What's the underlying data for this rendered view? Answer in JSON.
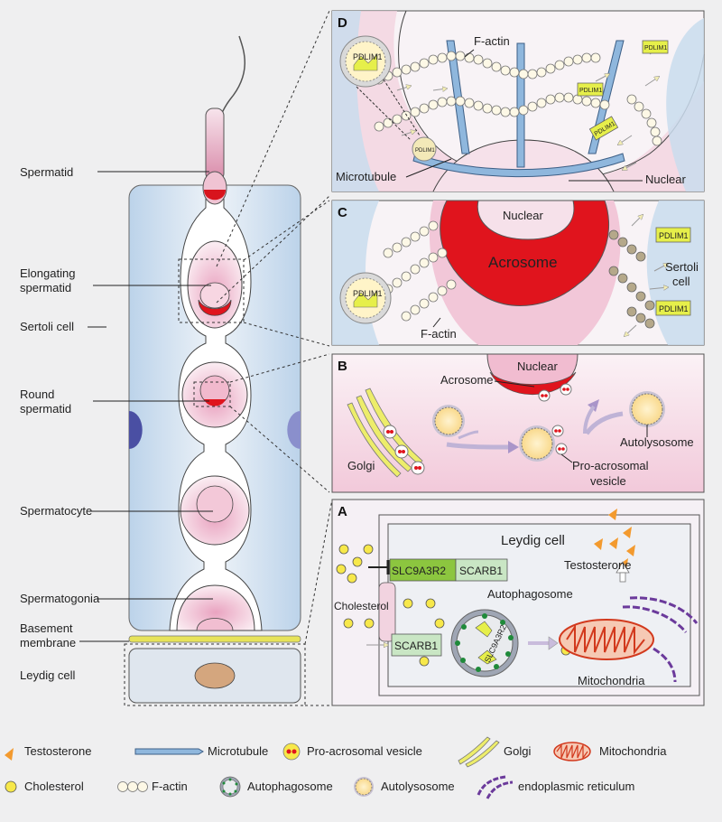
{
  "left_labels": {
    "spermatid": "Spermatid",
    "elongating_1": "Elongating",
    "elongating_2": "spermatid",
    "sertoli": "Sertoli cell",
    "round_1": "Round",
    "round_2": "spermatid",
    "spermatocyte": "Spermatocyte",
    "spermatogonia": "Spermatogonia",
    "basement_1": "Basement",
    "basement_2": "membrane",
    "leydig": "Leydig cell"
  },
  "panel_d": {
    "letter": "D",
    "factin": "F-actin",
    "pdlim1_big": "PDLIM1",
    "pdlim1_small": "PDLIM1",
    "pdlim1_box": "PDLIM1",
    "microtubule": "Microtubule",
    "nuclear": "Nuclear"
  },
  "panel_c": {
    "letter": "C",
    "nuclear": "Nuclear",
    "acrosome": "Acrosome",
    "pdlim1_big": "PDLIM1",
    "pdlim1_box": "PDLIM1",
    "factin": "F-actin",
    "sertoli_1": "Sertoli",
    "sertoli_2": "cell"
  },
  "panel_b": {
    "letter": "B",
    "nuclear": "Nuclear",
    "acrosome": "Acrosome",
    "golgi": "Golgi",
    "autolysosome": "Autolysosome",
    "proacro_1": "Pro-acrosomal",
    "proacro_2": "vesicle"
  },
  "panel_a": {
    "letter": "A",
    "leydig": "Leydig cell",
    "slc": "SLC9A3R2",
    "scarb1": "SCARB1",
    "autophagosome": "Autophagosome",
    "testosterone": "Testosterone",
    "cholesterol": "Cholesterol",
    "scarb1_b": "SCARB1",
    "slc_curved": "SLC9A3R2",
    "mitochondria": "Mitochondria"
  },
  "legend": {
    "testosterone": "Testosterone",
    "microtubule": "Microtubule",
    "proacro": "Pro-acrosomal vesicle",
    "golgi": "Golgi",
    "mitochondria": "Mitochondria",
    "cholesterol": "Cholesterol",
    "factin": "F-actin",
    "autophagosome": "Autophagosome",
    "autolysosome": "Autolysosome",
    "er": "endoplasmic reticulum"
  },
  "colors": {
    "sertoli_blue": "#cfe0ef",
    "pink": "#f1cfdd",
    "red": "#e0141d",
    "yellow": "#f7e84a",
    "pdlim_green": "#e6ef4a",
    "golgi_yellow": "#eded6a",
    "orange": "#f39a2e",
    "microtubule_blue": "#8fb7dd",
    "mito_red": "#e24a2b",
    "er_purple": "#6b3a9b",
    "scarb_green": "#c9e6c4",
    "slc_green": "#8cc63f"
  }
}
